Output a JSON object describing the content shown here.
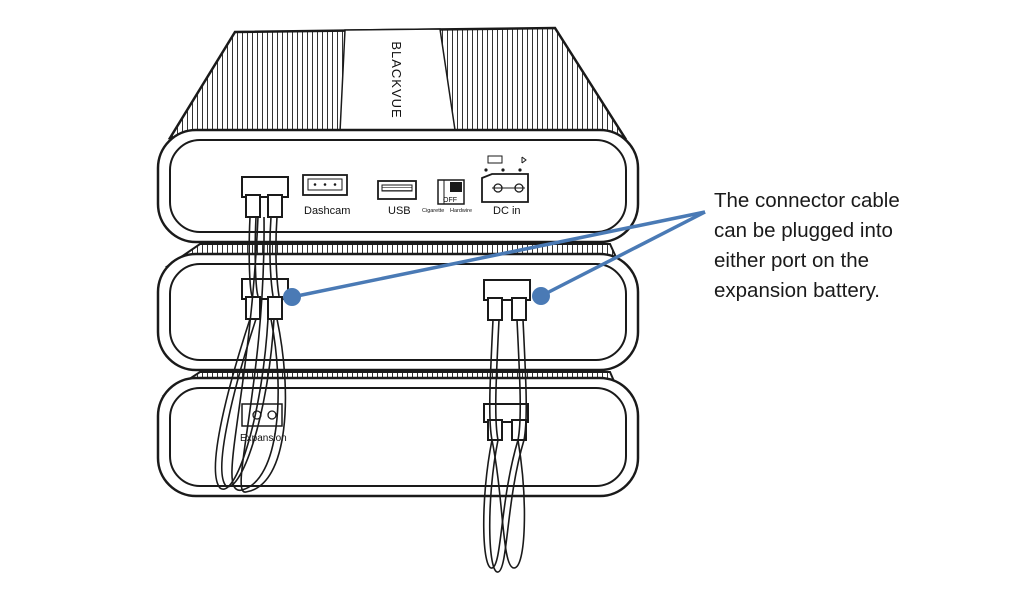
{
  "device": {
    "logo": "BLACKVUE",
    "ports": {
      "dashcam": "Dashcam",
      "usb": "USB",
      "switch_off": "OFF",
      "switch_left": "Cigarette",
      "switch_right": "Hardwire",
      "dc_in": "DC in"
    },
    "expansion_label": "Expansion"
  },
  "callout": {
    "lines": [
      "The connector cable",
      "can be plugged into",
      "either port on the",
      "expansion battery."
    ]
  },
  "colors": {
    "line": "#1a1a1a",
    "callout_pointer": "#4a7ab5"
  }
}
